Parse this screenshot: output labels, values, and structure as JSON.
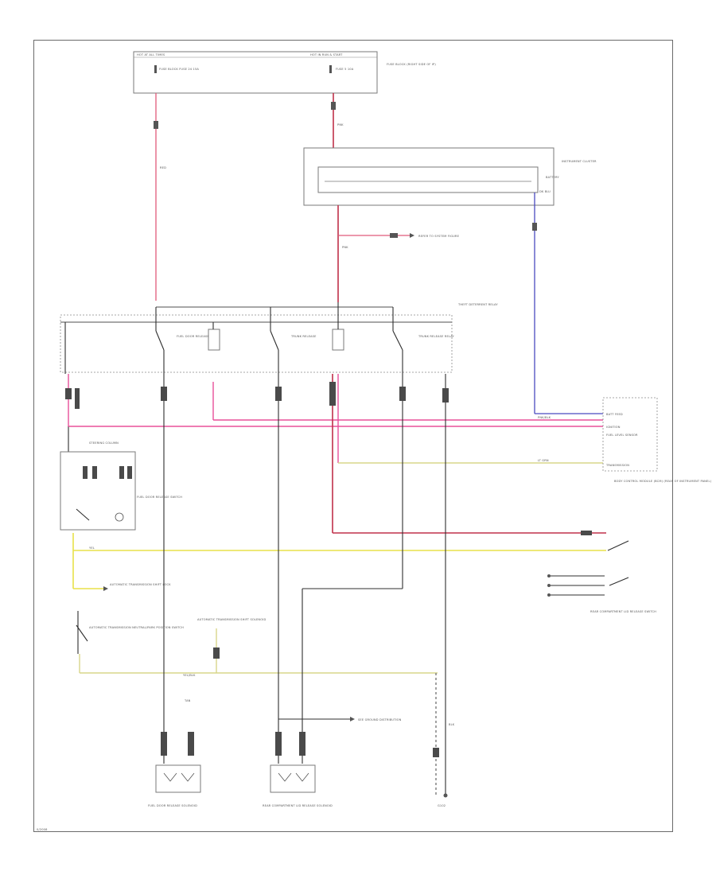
{
  "top_box": {
    "header_left": "HOT AT ALL TIMES",
    "header_right": "HOT IN RUN & START",
    "fuse_left": "FUSE BLOCK FUSE 24 15A",
    "fuse_right": "FUSE 5 10A",
    "title": "FUSE BLOCK (RIGHT SIDE OF IP)"
  },
  "cluster_box": {
    "inner": "BATTERY",
    "title": "INSTRUMENT CLUSTER"
  },
  "relay_box": {
    "title": "THEFT DETERRENT RELAY"
  },
  "wire_codes": {
    "w1": "RED",
    "w2": "PNK",
    "w3": "PNK",
    "w4": "PNK/BLK",
    "w5": "YEL",
    "w6": "DK BLU",
    "w7": "YEL/BLK",
    "w8": "LT GRN",
    "w9": "TAN",
    "w10": "BLK"
  },
  "right_labels": {
    "r1": "BATT FEED",
    "r2": "IGNITION",
    "r3": "FUEL LEVEL SENSOR",
    "r4": "TRANSMISSION",
    "r5": "BODY CONTROL MODULE (BCM) (REAR OF INSTRUMENT PANEL)",
    "bottom": "REAR COMPARTMENT LID RELEASE SWITCH"
  },
  "left_labels": {
    "l1": "STEERING COLUMN",
    "l2": "FUEL DOOR RELEASE SWITCH",
    "l3": "AUTOMATIC TRANSMISSION SHIFT LOCK",
    "l4": "AUTOMATIC TRANSMISSION NEUTRAL/PARK POSITION SWITCH",
    "l5": "AUTOMATIC TRANSMISSION SHIFT SOLENOID"
  },
  "relay_labels": {
    "a": "FUEL DOOR RELEASE",
    "b": "TRUNK RELEASE",
    "c": "TRUNK RELEASE RELAY"
  },
  "bottom_labels": {
    "m1": "FUEL DOOR RELEASE SOLENOID",
    "m2": "REAR COMPARTMENT LID RELEASE SOLENOID",
    "g": "G102",
    "mid": "SEE GROUND DISTRIBUTION",
    "ref": "REFER TO SYSTEM FIGURE"
  },
  "footer": "0/2008"
}
